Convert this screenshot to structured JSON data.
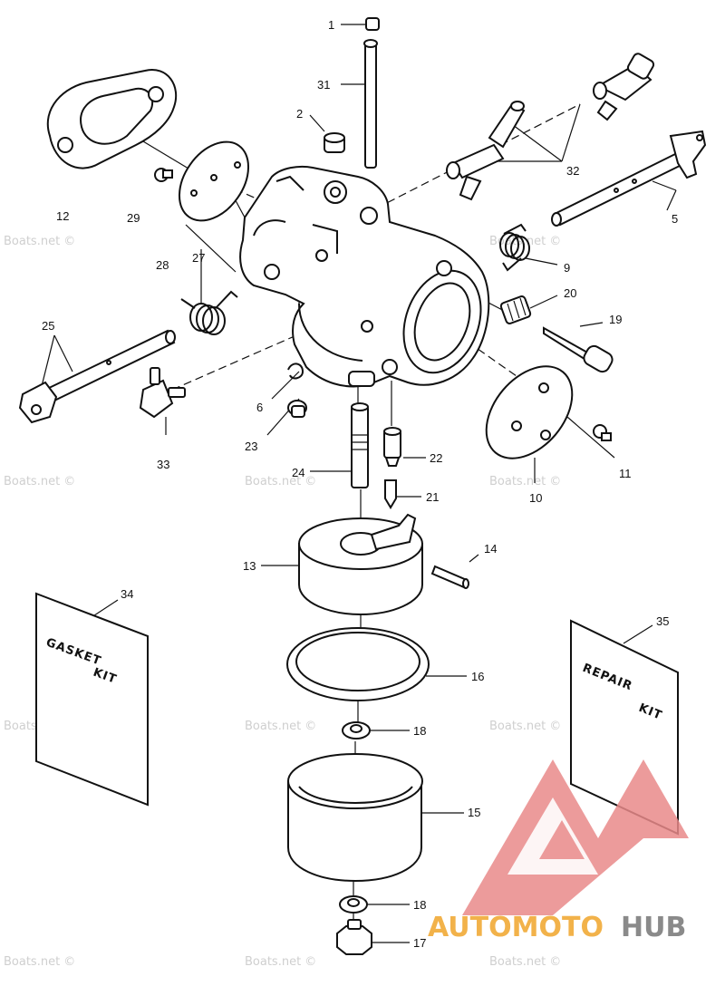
{
  "parts": [
    {
      "id": "1",
      "text": "1"
    },
    {
      "id": "2",
      "text": "2"
    },
    {
      "id": "5",
      "text": "5"
    },
    {
      "id": "6",
      "text": "6"
    },
    {
      "id": "9",
      "text": "9"
    },
    {
      "id": "10",
      "text": "10"
    },
    {
      "id": "11",
      "text": "11"
    },
    {
      "id": "12",
      "text": "12"
    },
    {
      "id": "13",
      "text": "13"
    },
    {
      "id": "14",
      "text": "14"
    },
    {
      "id": "15",
      "text": "15"
    },
    {
      "id": "16",
      "text": "16"
    },
    {
      "id": "17",
      "text": "17"
    },
    {
      "id": "18a",
      "text": "18"
    },
    {
      "id": "18b",
      "text": "18"
    },
    {
      "id": "19",
      "text": "19"
    },
    {
      "id": "20",
      "text": "20"
    },
    {
      "id": "21",
      "text": "21"
    },
    {
      "id": "22",
      "text": "22"
    },
    {
      "id": "23",
      "text": "23"
    },
    {
      "id": "24",
      "text": "24"
    },
    {
      "id": "25",
      "text": "25"
    },
    {
      "id": "27",
      "text": "27"
    },
    {
      "id": "28",
      "text": "28"
    },
    {
      "id": "29",
      "text": "29"
    },
    {
      "id": "31",
      "text": "31"
    },
    {
      "id": "32",
      "text": "32"
    },
    {
      "id": "33",
      "text": "33"
    },
    {
      "id": "34",
      "text": "34"
    },
    {
      "id": "35",
      "text": "35"
    }
  ],
  "kits": {
    "gasket": [
      "GASKET",
      "KIT"
    ],
    "repair": [
      "REPAIR",
      "KIT"
    ]
  },
  "watermark": "Boats.net ©",
  "logo": {
    "part1": "AUTOMOTO",
    "part2": "HUB",
    "accent": "#f2b24a",
    "triangle": "#e98a8a",
    "gray": "#8a8a8a"
  }
}
